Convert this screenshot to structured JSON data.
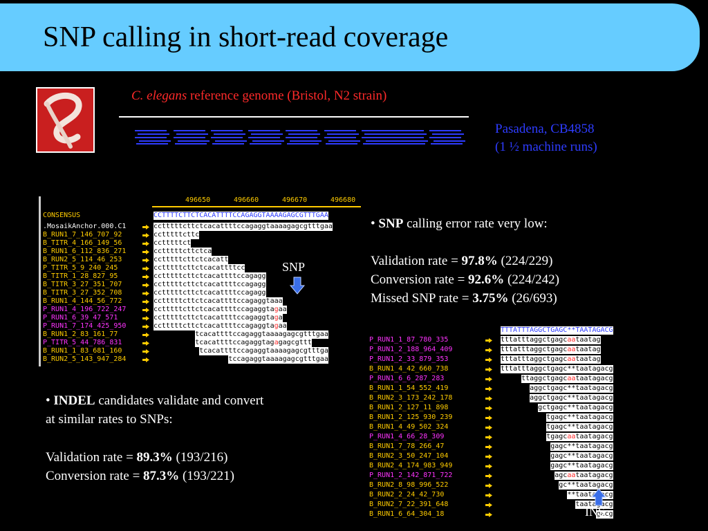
{
  "slide": {
    "title": "SNP calling in short-read coverage",
    "reference_prefix": "C. elegans",
    "reference_rest": " reference genome (Bristol, N2 strain)",
    "strain_line1": "Pasadena, CB4858",
    "strain_line2": "(1 ½ machine runs)"
  },
  "snp_block": {
    "bullet": "•",
    "heading_bold": "SNP",
    "heading_rest": " calling error rate very low:",
    "validation_label": "Validation rate = ",
    "validation_value": "97.8%",
    "validation_count": " (224/229)",
    "conversion_label": "Conversion rate = ",
    "conversion_value": "92.6%",
    "conversion_count": " (224/242)",
    "missed_label": "Missed SNP rate = ",
    "missed_value": "3.75%",
    "missed_count": "  (26/693)"
  },
  "indel_block": {
    "bullet": "•",
    "heading_bold": "INDEL",
    "heading_rest": " candidates validate and convert",
    "heading_line2": "at similar rates to SNPs:",
    "validation_label": "Validation rate = ",
    "validation_value": "89.3%",
    "validation_count": " (193/216)",
    "conversion_label": "Conversion rate = ",
    "conversion_value": "87.3%",
    "conversion_count": " (193/221)"
  },
  "labels": {
    "snp": "SNP",
    "ins": "INS"
  },
  "colors": {
    "title_bar": "#66ccff",
    "reference_red": "#ff2a2a",
    "strain_blue": "#2e3cff",
    "read_yellow": "#ffcc00",
    "read_magenta": "#ff33ff",
    "variant_red": "#ff2a2a"
  },
  "snp_panel": {
    "ruler": [
      "496650",
      "496660",
      "496670",
      "496680"
    ],
    "consensus_label": "CONSENSUS",
    "consensus_seq": "CCTTTTCTTCTCACATTTTCCAGAGGTAAAAGAGCGTTTGAA",
    "reads": [
      {
        "name": ".MosaikAnchor.000.C1",
        "color": "#ffffff",
        "seq": "cctttttcttctcacattttccagaggtaaaagagcgtttgaa",
        "off": 0
      },
      {
        "name": "B_RUN1_7_146_707_92",
        "color": "#ffcc00",
        "seq": "cctttttcttc",
        "off": 0
      },
      {
        "name": "B_TITR_4_166_149_56",
        "color": "#ffcc00",
        "seq": "cctttttct",
        "off": 0
      },
      {
        "name": "B_RUN1_6_112_836_271",
        "color": "#ffcc00",
        "seq": "cctttttcttctca",
        "off": 0
      },
      {
        "name": "B_RUN2_5_114_46_253",
        "color": "#ffcc00",
        "seq": "cctttttcttctcacatt",
        "off": 0
      },
      {
        "name": "P_TITR_5_9_240_245",
        "color": "#ffcc00",
        "seq": "cctttttcttctcacattttcc",
        "off": 0
      },
      {
        "name": "B_TITR_1_28_827_95",
        "color": "#ffcc00",
        "seq": "cctttttcttctcacattttccagagg",
        "off": 0
      },
      {
        "name": "B_TITR_3_27_351_707",
        "color": "#ffcc00",
        "seq": "cctttttcttctcacattttccagagg",
        "off": 0
      },
      {
        "name": "B_TITR_3_27_352_708",
        "color": "#ffcc00",
        "seq": "cctttttcttctcacattttccagagg",
        "off": 0
      },
      {
        "name": "B_RUN1_4_144_56_772",
        "color": "#ffcc00",
        "seq": "cctttttcttctcacattttccagaggtaaa",
        "off": 0
      },
      {
        "name": "P_RUN1_4_196_722_247",
        "color": "#ff33ff",
        "seq": "cctttttcttctcacattttccagaggtagaa",
        "off": 0,
        "red": 29
      },
      {
        "name": "P_RUN1_6_39_47_571",
        "color": "#ff33ff",
        "seq": "cctttttcttctcacattttccagaggtaga",
        "off": 0,
        "red": 29
      },
      {
        "name": "P_RUN1_7_174_425_950",
        "color": "#ff33ff",
        "seq": "cctttttcttctcacattttccagaggtagaa",
        "off": 0,
        "red": 29
      },
      {
        "name": "B_RUN1_2_83_161_77",
        "color": "#ffcc00",
        "seq": "tcacattttccagaggtaaaagagcgtttgaa",
        "off": 10
      },
      {
        "name": "P_TITR_5_44_786_831",
        "color": "#ff33ff",
        "seq": "tcacattttccagaggtagagagcgttt",
        "off": 10,
        "red": 19
      },
      {
        "name": "B_RUN1_1_83_681_160",
        "color": "#ffcc00",
        "seq": "tcacattttccagaggtaaaagagcgtttga",
        "off": 11
      },
      {
        "name": "B_RUN2_5_143_947_284",
        "color": "#ffcc00",
        "seq": "tccagaggtaaaagagcgtttgaa",
        "off": 18
      }
    ]
  },
  "ins_panel": {
    "consensus_seq": "TTTATTTAGGCTGAGC**TAATAGACG",
    "reads": [
      {
        "name": "P_RUN1_1_87_780_335",
        "color": "#ff33ff",
        "seq": "tttatttaggctgagcaataatag",
        "off": 0,
        "red": 16
      },
      {
        "name": "P_RUN1_2_188_964_409",
        "color": "#ff33ff",
        "seq": "tttatttaggctgagcaataatag",
        "off": 0,
        "red": 16
      },
      {
        "name": "P_RUN1_2_33_879_353",
        "color": "#ff33ff",
        "seq": "tttatttaggctgagcaataatag",
        "off": 0,
        "red": 16
      },
      {
        "name": "B_RUN1_4_42_660_738",
        "color": "#ffcc00",
        "seq": "tttatttaggctgagc**taatagacg",
        "off": 0
      },
      {
        "name": "P_RUN1_6_6_287_283",
        "color": "#ff33ff",
        "seq": "ttaggctgagcaataatagacg",
        "off": 5,
        "red": 11
      },
      {
        "name": "B_RUN1_1_54_552_419",
        "color": "#ffcc00",
        "seq": "aggctgagc**taatagacg",
        "off": 7
      },
      {
        "name": "B_RUN2_3_173_242_178",
        "color": "#ffcc00",
        "seq": "aggctgagc**taatagacg",
        "off": 7
      },
      {
        "name": "B_RUN1_2_127_11_898",
        "color": "#ffcc00",
        "seq": "gctgagc**taatagacg",
        "off": 9
      },
      {
        "name": "B_RUN1_2_125_930_239",
        "color": "#ffcc00",
        "seq": "tgagc**taatagacg",
        "off": 11
      },
      {
        "name": "B_RUN1_4_49_502_324",
        "color": "#ffcc00",
        "seq": "tgagc**taatagacg",
        "off": 11
      },
      {
        "name": "P_RUN1_4_66_28_309",
        "color": "#ff33ff",
        "seq": "tgagcaataatagacg",
        "off": 11,
        "red": 5
      },
      {
        "name": "B_RUN1_7_78_266_47",
        "color": "#ffcc00",
        "seq": "gagc**taatagacg",
        "off": 12
      },
      {
        "name": "B_RUN2_3_50_247_104",
        "color": "#ffcc00",
        "seq": "gagc**taatagacg",
        "off": 12
      },
      {
        "name": "B_RUN2_4_174_983_949",
        "color": "#ffcc00",
        "seq": "gagc**taatagacg",
        "off": 12
      },
      {
        "name": "P_RUN1_2_142_871_722",
        "color": "#ff33ff",
        "seq": "agcaataatagacg",
        "off": 13,
        "red": 3
      },
      {
        "name": "B_RUN2_8_98_996_522",
        "color": "#ffcc00",
        "seq": "gc**taatagacg",
        "off": 14
      },
      {
        "name": "B_RUN2_2_24_42_730",
        "color": "#ffcc00",
        "seq": "**taatagacg",
        "off": 16
      },
      {
        "name": "B_RUN2_7_22_391_648",
        "color": "#ffcc00",
        "seq": "taatagacg",
        "off": 18
      },
      {
        "name": "B_RUN1_6_64_304_18",
        "color": "#ffcc00",
        "seq": "gacg",
        "off": 23
      }
    ]
  }
}
